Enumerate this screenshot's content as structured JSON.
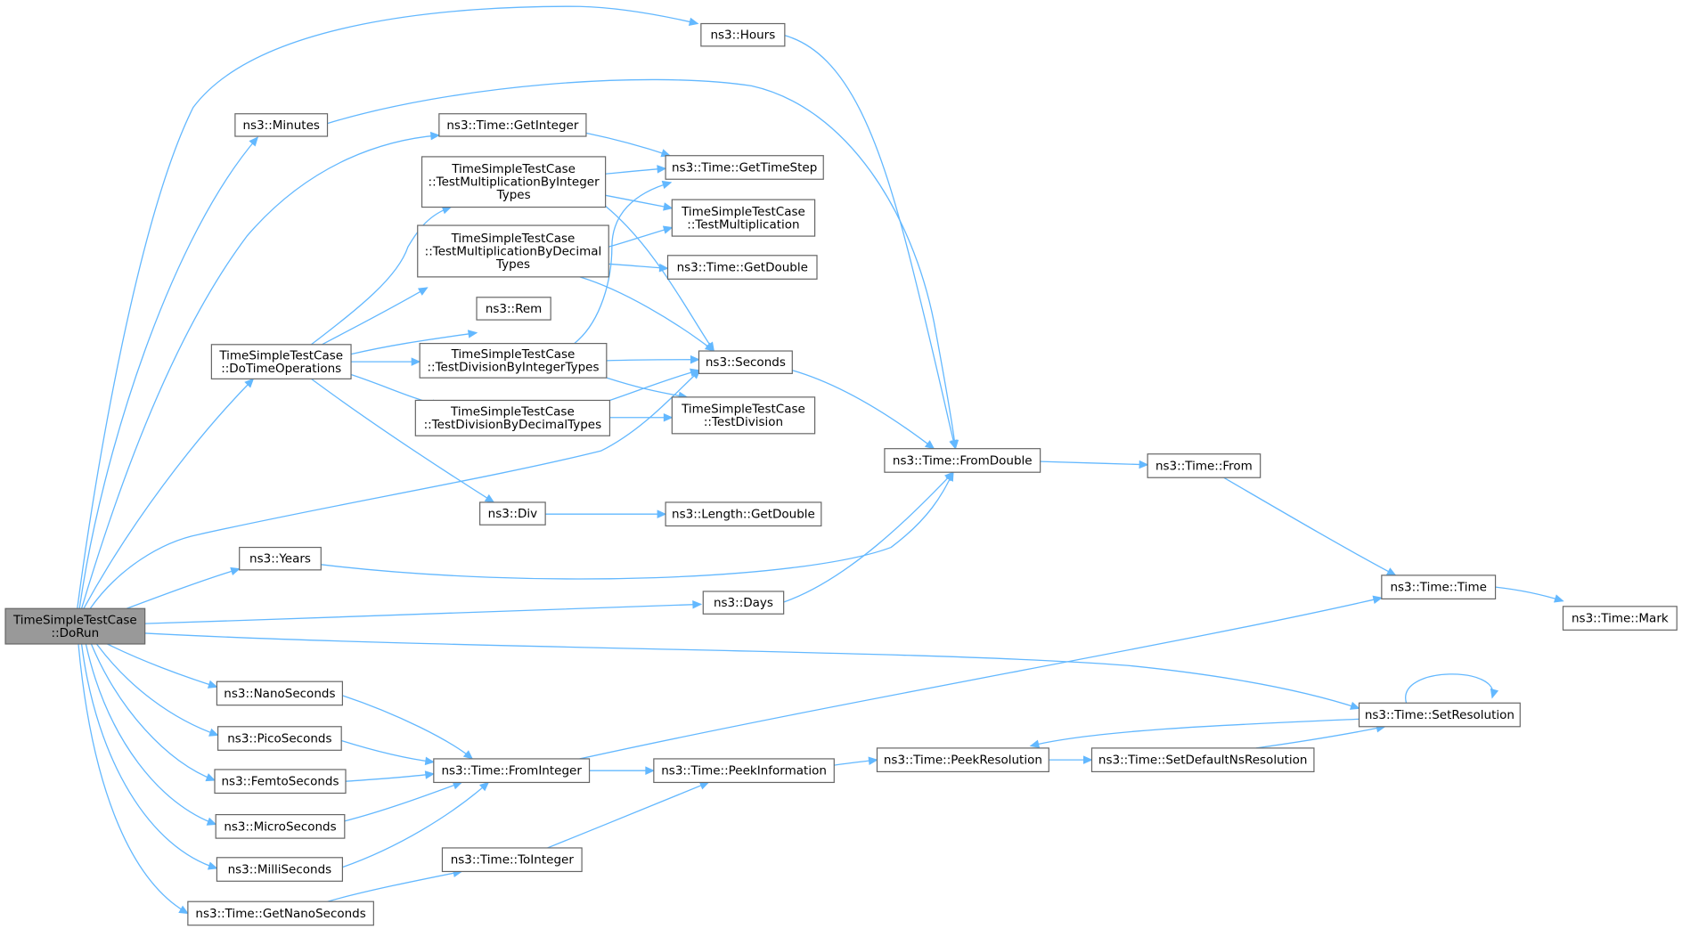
{
  "nodes": [
    {
      "id": "dorun",
      "lines": [
        "TimeSimpleTestCase",
        "::DoRun"
      ],
      "root": true
    },
    {
      "id": "hours",
      "lines": [
        "ns3::Hours"
      ]
    },
    {
      "id": "minutes",
      "lines": [
        "ns3::Minutes"
      ]
    },
    {
      "id": "getinteger",
      "lines": [
        "ns3::Time::GetInteger"
      ]
    },
    {
      "id": "gettimestep",
      "lines": [
        "ns3::Time::GetTimeStep"
      ]
    },
    {
      "id": "tmbit",
      "lines": [
        "TimeSimpleTestCase",
        "::TestMultiplicationByInteger",
        "Types"
      ]
    },
    {
      "id": "testmult",
      "lines": [
        "TimeSimpleTestCase",
        "::TestMultiplication"
      ]
    },
    {
      "id": "tmbdt",
      "lines": [
        "TimeSimpleTestCase",
        "::TestMultiplicationByDecimal",
        "Types"
      ]
    },
    {
      "id": "getdouble",
      "lines": [
        "ns3::Time::GetDouble"
      ]
    },
    {
      "id": "rem",
      "lines": [
        "ns3::Rem"
      ]
    },
    {
      "id": "dotimeops",
      "lines": [
        "TimeSimpleTestCase",
        "::DoTimeOperations"
      ]
    },
    {
      "id": "tdbit",
      "lines": [
        "TimeSimpleTestCase",
        "::TestDivisionByIntegerTypes"
      ]
    },
    {
      "id": "seconds",
      "lines": [
        "ns3::Seconds"
      ]
    },
    {
      "id": "tdbdt",
      "lines": [
        "TimeSimpleTestCase",
        "::TestDivisionByDecimalTypes"
      ]
    },
    {
      "id": "testdiv",
      "lines": [
        "TimeSimpleTestCase",
        "::TestDivision"
      ]
    },
    {
      "id": "fromdouble",
      "lines": [
        "ns3::Time::FromDouble"
      ]
    },
    {
      "id": "from",
      "lines": [
        "ns3::Time::From"
      ]
    },
    {
      "id": "div",
      "lines": [
        "ns3::Div"
      ]
    },
    {
      "id": "lengthgetdouble",
      "lines": [
        "ns3::Length::GetDouble"
      ]
    },
    {
      "id": "years",
      "lines": [
        "ns3::Years"
      ]
    },
    {
      "id": "days",
      "lines": [
        "ns3::Days"
      ]
    },
    {
      "id": "timetime",
      "lines": [
        "ns3::Time::Time"
      ]
    },
    {
      "id": "mark",
      "lines": [
        "ns3::Time::Mark"
      ]
    },
    {
      "id": "setres",
      "lines": [
        "ns3::Time::SetResolution"
      ]
    },
    {
      "id": "nanoseconds",
      "lines": [
        "ns3::NanoSeconds"
      ]
    },
    {
      "id": "picoseconds",
      "lines": [
        "ns3::PicoSeconds"
      ]
    },
    {
      "id": "femtoseconds",
      "lines": [
        "ns3::FemtoSeconds"
      ]
    },
    {
      "id": "microseconds",
      "lines": [
        "ns3::MicroSeconds"
      ]
    },
    {
      "id": "milliseconds",
      "lines": [
        "ns3::MilliSeconds"
      ]
    },
    {
      "id": "frominteger",
      "lines": [
        "ns3::Time::FromInteger"
      ]
    },
    {
      "id": "peekinfo",
      "lines": [
        "ns3::Time::PeekInformation"
      ]
    },
    {
      "id": "peekres",
      "lines": [
        "ns3::Time::PeekResolution"
      ]
    },
    {
      "id": "setdefns",
      "lines": [
        "ns3::Time::SetDefaultNsResolution"
      ]
    },
    {
      "id": "tointeger",
      "lines": [
        "ns3::Time::ToInteger"
      ]
    },
    {
      "id": "getnanoseconds",
      "lines": [
        "ns3::Time::GetNanoSeconds"
      ]
    }
  ],
  "edges": [
    {
      "from": "dorun",
      "to": "hours"
    },
    {
      "from": "dorun",
      "to": "minutes"
    },
    {
      "from": "dorun",
      "to": "getinteger"
    },
    {
      "from": "dorun",
      "to": "dotimeops"
    },
    {
      "from": "dorun",
      "to": "seconds"
    },
    {
      "from": "dorun",
      "to": "years"
    },
    {
      "from": "dorun",
      "to": "days"
    },
    {
      "from": "dorun",
      "to": "setres"
    },
    {
      "from": "dorun",
      "to": "nanoseconds"
    },
    {
      "from": "dorun",
      "to": "picoseconds"
    },
    {
      "from": "dorun",
      "to": "femtoseconds"
    },
    {
      "from": "dorun",
      "to": "microseconds"
    },
    {
      "from": "dorun",
      "to": "milliseconds"
    },
    {
      "from": "dorun",
      "to": "getnanoseconds"
    },
    {
      "from": "hours",
      "to": "fromdouble"
    },
    {
      "from": "minutes",
      "to": "fromdouble"
    },
    {
      "from": "getinteger",
      "to": "gettimestep"
    },
    {
      "from": "tmbit",
      "to": "gettimestep"
    },
    {
      "from": "tmbit",
      "to": "testmult"
    },
    {
      "from": "tmbit",
      "to": "seconds"
    },
    {
      "from": "tmbdt",
      "to": "testmult"
    },
    {
      "from": "tmbdt",
      "to": "getdouble"
    },
    {
      "from": "tmbdt",
      "to": "seconds"
    },
    {
      "from": "dotimeops",
      "to": "tmbit"
    },
    {
      "from": "dotimeops",
      "to": "tmbdt"
    },
    {
      "from": "dotimeops",
      "to": "rem"
    },
    {
      "from": "dotimeops",
      "to": "tdbit"
    },
    {
      "from": "dotimeops",
      "to": "tdbdt"
    },
    {
      "from": "dotimeops",
      "to": "div"
    },
    {
      "from": "tdbit",
      "to": "gettimestep"
    },
    {
      "from": "tdbit",
      "to": "seconds"
    },
    {
      "from": "tdbit",
      "to": "testdiv"
    },
    {
      "from": "tdbdt",
      "to": "seconds"
    },
    {
      "from": "tdbdt",
      "to": "testdiv"
    },
    {
      "from": "seconds",
      "to": "fromdouble"
    },
    {
      "from": "fromdouble",
      "to": "from"
    },
    {
      "from": "from",
      "to": "timetime"
    },
    {
      "from": "div",
      "to": "lengthgetdouble"
    },
    {
      "from": "years",
      "to": "fromdouble"
    },
    {
      "from": "days",
      "to": "fromdouble"
    },
    {
      "from": "timetime",
      "to": "mark"
    },
    {
      "from": "setres",
      "to": "setres"
    },
    {
      "from": "setres",
      "to": "peekres"
    },
    {
      "from": "nanoseconds",
      "to": "frominteger"
    },
    {
      "from": "picoseconds",
      "to": "frominteger"
    },
    {
      "from": "femtoseconds",
      "to": "frominteger"
    },
    {
      "from": "microseconds",
      "to": "frominteger"
    },
    {
      "from": "milliseconds",
      "to": "frominteger"
    },
    {
      "from": "frominteger",
      "to": "timetime"
    },
    {
      "from": "frominteger",
      "to": "peekinfo"
    },
    {
      "from": "peekinfo",
      "to": "peekres"
    },
    {
      "from": "peekres",
      "to": "setdefns"
    },
    {
      "from": "setdefns",
      "to": "setres"
    },
    {
      "from": "tointeger",
      "to": "peekinfo"
    },
    {
      "from": "getnanoseconds",
      "to": "tointeger"
    }
  ],
  "colors": {
    "edge": "#63b8ff",
    "node_border": "#666666",
    "node_fill": "#ffffff",
    "root_fill": "#999999"
  }
}
